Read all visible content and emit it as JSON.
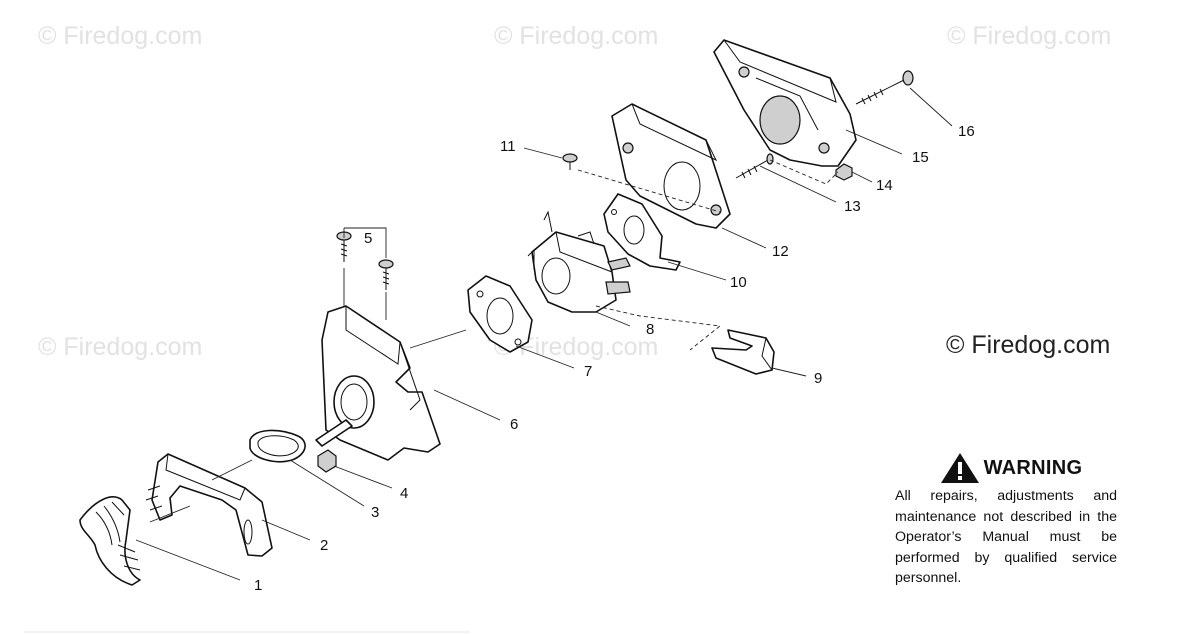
{
  "watermarks": [
    "© Firedog.com",
    "© Firedog.com",
    "© Firedog.com",
    "© Firedog.com",
    "© Firedog.com"
  ],
  "copyright": "© Firedog.com",
  "warning": {
    "title": "WARNING",
    "text": "All repairs, adjustments and maintenance not described in the Operator’s Manual must be performed by qualified service personnel."
  },
  "callouts": [
    "1",
    "2",
    "3",
    "4",
    "5",
    "6",
    "7",
    "8",
    "9",
    "10",
    "11",
    "12",
    "13",
    "14",
    "15",
    "16"
  ],
  "colors": {
    "line": "#111111",
    "watermark": "#e2e2e2",
    "background": "#ffffff"
  }
}
